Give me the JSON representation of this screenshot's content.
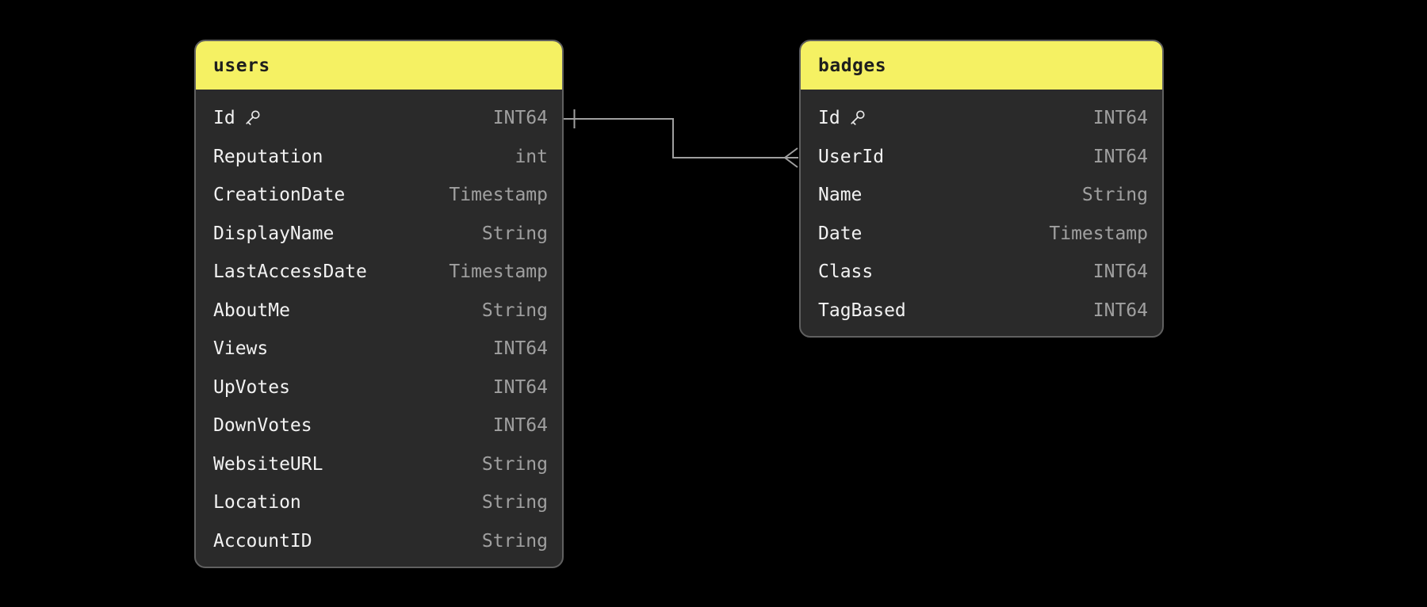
{
  "diagram": {
    "background_color": "#000000",
    "card_body_color": "#2a2a2a",
    "card_border_color": "#606060",
    "header_bg_color": "#f5f163",
    "header_text_color": "#1e1e1e",
    "field_text_color": "#f2f2f2",
    "type_text_color": "#a0a0a0",
    "connector_color": "#9f9f9f",
    "primary_key_icon": "key-icon"
  },
  "tables": [
    {
      "name": "users",
      "fields": [
        {
          "name": "Id",
          "type": "INT64",
          "key": true
        },
        {
          "name": "Reputation",
          "type": "int",
          "key": false
        },
        {
          "name": "CreationDate",
          "type": "Timestamp",
          "key": false
        },
        {
          "name": "DisplayName",
          "type": "String",
          "key": false
        },
        {
          "name": "LastAccessDate",
          "type": "Timestamp",
          "key": false
        },
        {
          "name": "AboutMe",
          "type": "String",
          "key": false
        },
        {
          "name": "Views",
          "type": "INT64",
          "key": false
        },
        {
          "name": "UpVotes",
          "type": "INT64",
          "key": false
        },
        {
          "name": "DownVotes",
          "type": "INT64",
          "key": false
        },
        {
          "name": "WebsiteURL",
          "type": "String",
          "key": false
        },
        {
          "name": "Location",
          "type": "String",
          "key": false
        },
        {
          "name": "AccountID",
          "type": "String",
          "key": false
        }
      ]
    },
    {
      "name": "badges",
      "fields": [
        {
          "name": "Id",
          "type": "INT64",
          "key": true
        },
        {
          "name": "UserId",
          "type": "INT64",
          "key": false
        },
        {
          "name": "Name",
          "type": "String",
          "key": false
        },
        {
          "name": "Date",
          "type": "Timestamp",
          "key": false
        },
        {
          "name": "Class",
          "type": "INT64",
          "key": false
        },
        {
          "name": "TagBased",
          "type": "INT64",
          "key": false
        }
      ]
    }
  ],
  "relationship": {
    "from_table": "users",
    "from_field": "Id",
    "to_table": "badges",
    "to_field": "UserId",
    "from_cardinality": "one",
    "to_cardinality": "many"
  }
}
